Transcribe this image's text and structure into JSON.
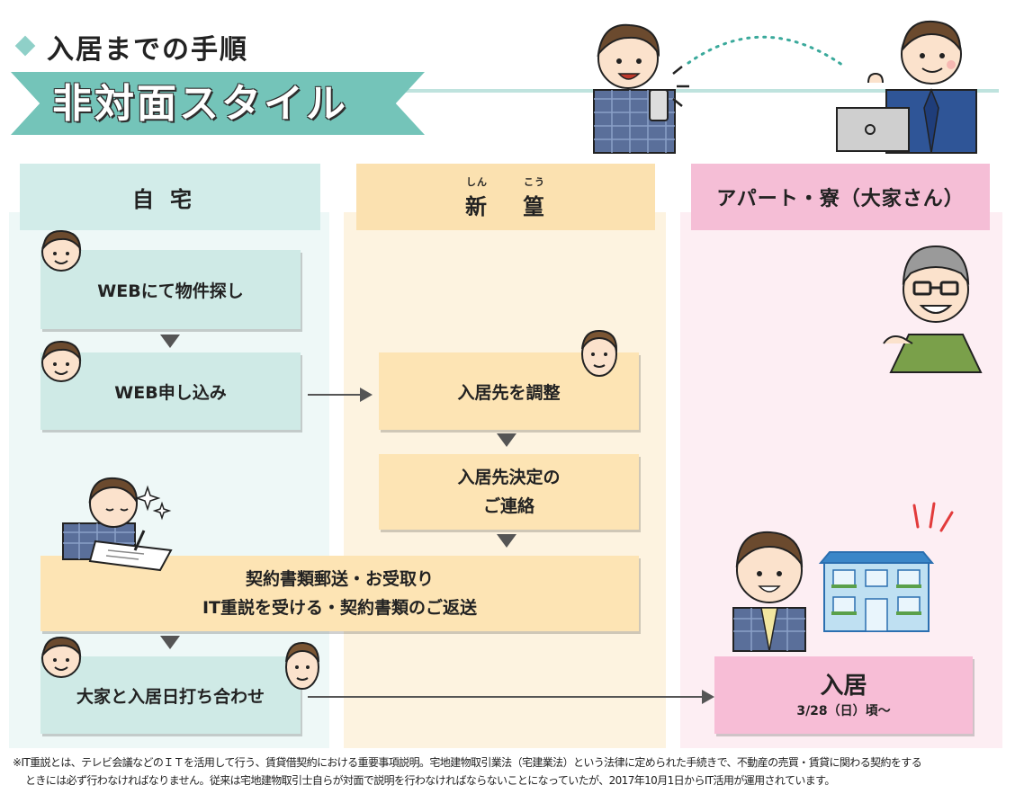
{
  "header": {
    "section_title": "入居までの手順",
    "banner_title": "非対面スタイル"
  },
  "columns": {
    "home": {
      "label": "自宅"
    },
    "new_college": {
      "label_chars": [
        "新",
        "篁"
      ],
      "ruby": [
        "しん",
        "こう"
      ]
    },
    "apartment": {
      "label": "アパート・寮（大家さん）"
    }
  },
  "steps": {
    "web_search": "WEBにて物件探し",
    "web_apply": "WEB申し込み",
    "adjust_residence": "入居先を調整",
    "decision_line1": "入居先決定の",
    "decision_line2": "ご連絡",
    "contract_line1": "契約書類郵送・お受取り",
    "contract_line2": "IT重説を受ける・契約書類のご返送",
    "meeting": "大家と入居日打ち合わせ",
    "move_in": "入居",
    "move_in_date": "3/28（日）頃～"
  },
  "footnote": {
    "line1": "※IT重説とは、テレビ会議などのＩＴを活用して行う、賃貸借契約における重要事項説明。宅地建物取引業法（宅建業法）という法律に定められた手続きで、不動産の売買・賃貸に関わる契約をする",
    "line2": "ときには必ず行わなければなりません。従来は宅地建物取引士自らが対面で説明を行わなければならないことになっていたが、2017年10月1日からIT活用が運用されています。"
  },
  "colors": {
    "teal": "#74c4b9",
    "teal_light": "#cfeae6",
    "yellow": "#fde4b4",
    "pink": "#f7bdd6",
    "arrow": "#555555"
  }
}
